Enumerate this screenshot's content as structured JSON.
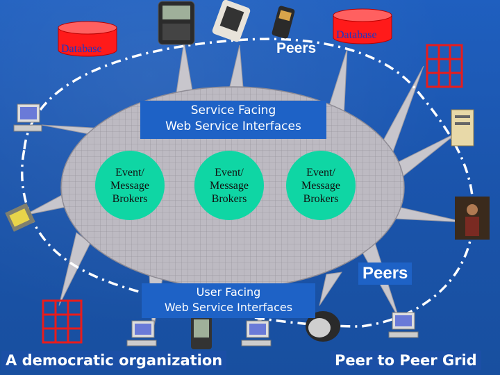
{
  "slide": {
    "databases": [
      {
        "label": "Database"
      },
      {
        "label": "Database"
      }
    ],
    "peers_top": "Peers",
    "peers_right": "Peers",
    "service_facing": "Service Facing\nWeb Service Interfaces",
    "user_facing": "User Facing\nWeb Service Interfaces",
    "brokers": [
      {
        "label": "Event/\nMessage\nBrokers"
      },
      {
        "label": "Event/\nMessage\nBrokers"
      },
      {
        "label": "Event/\nMessage\nBrokers"
      }
    ],
    "bottom_left": "A democratic organization",
    "bottom_right": "Peer to Peer Grid"
  },
  "colors": {
    "background": "#1d5bb5",
    "broker": "#0fd6a4",
    "database": "#ff1a1a",
    "grid": "#e81c1c",
    "ellipse": "#bfbcc4"
  },
  "icons": [
    "database-icon",
    "pda-icon",
    "handheld-icon",
    "phone-icon",
    "grid-icon",
    "desktop-icon",
    "server-icon",
    "pen-tablet-icon",
    "person-photo-icon",
    "video-cam-icon"
  ]
}
